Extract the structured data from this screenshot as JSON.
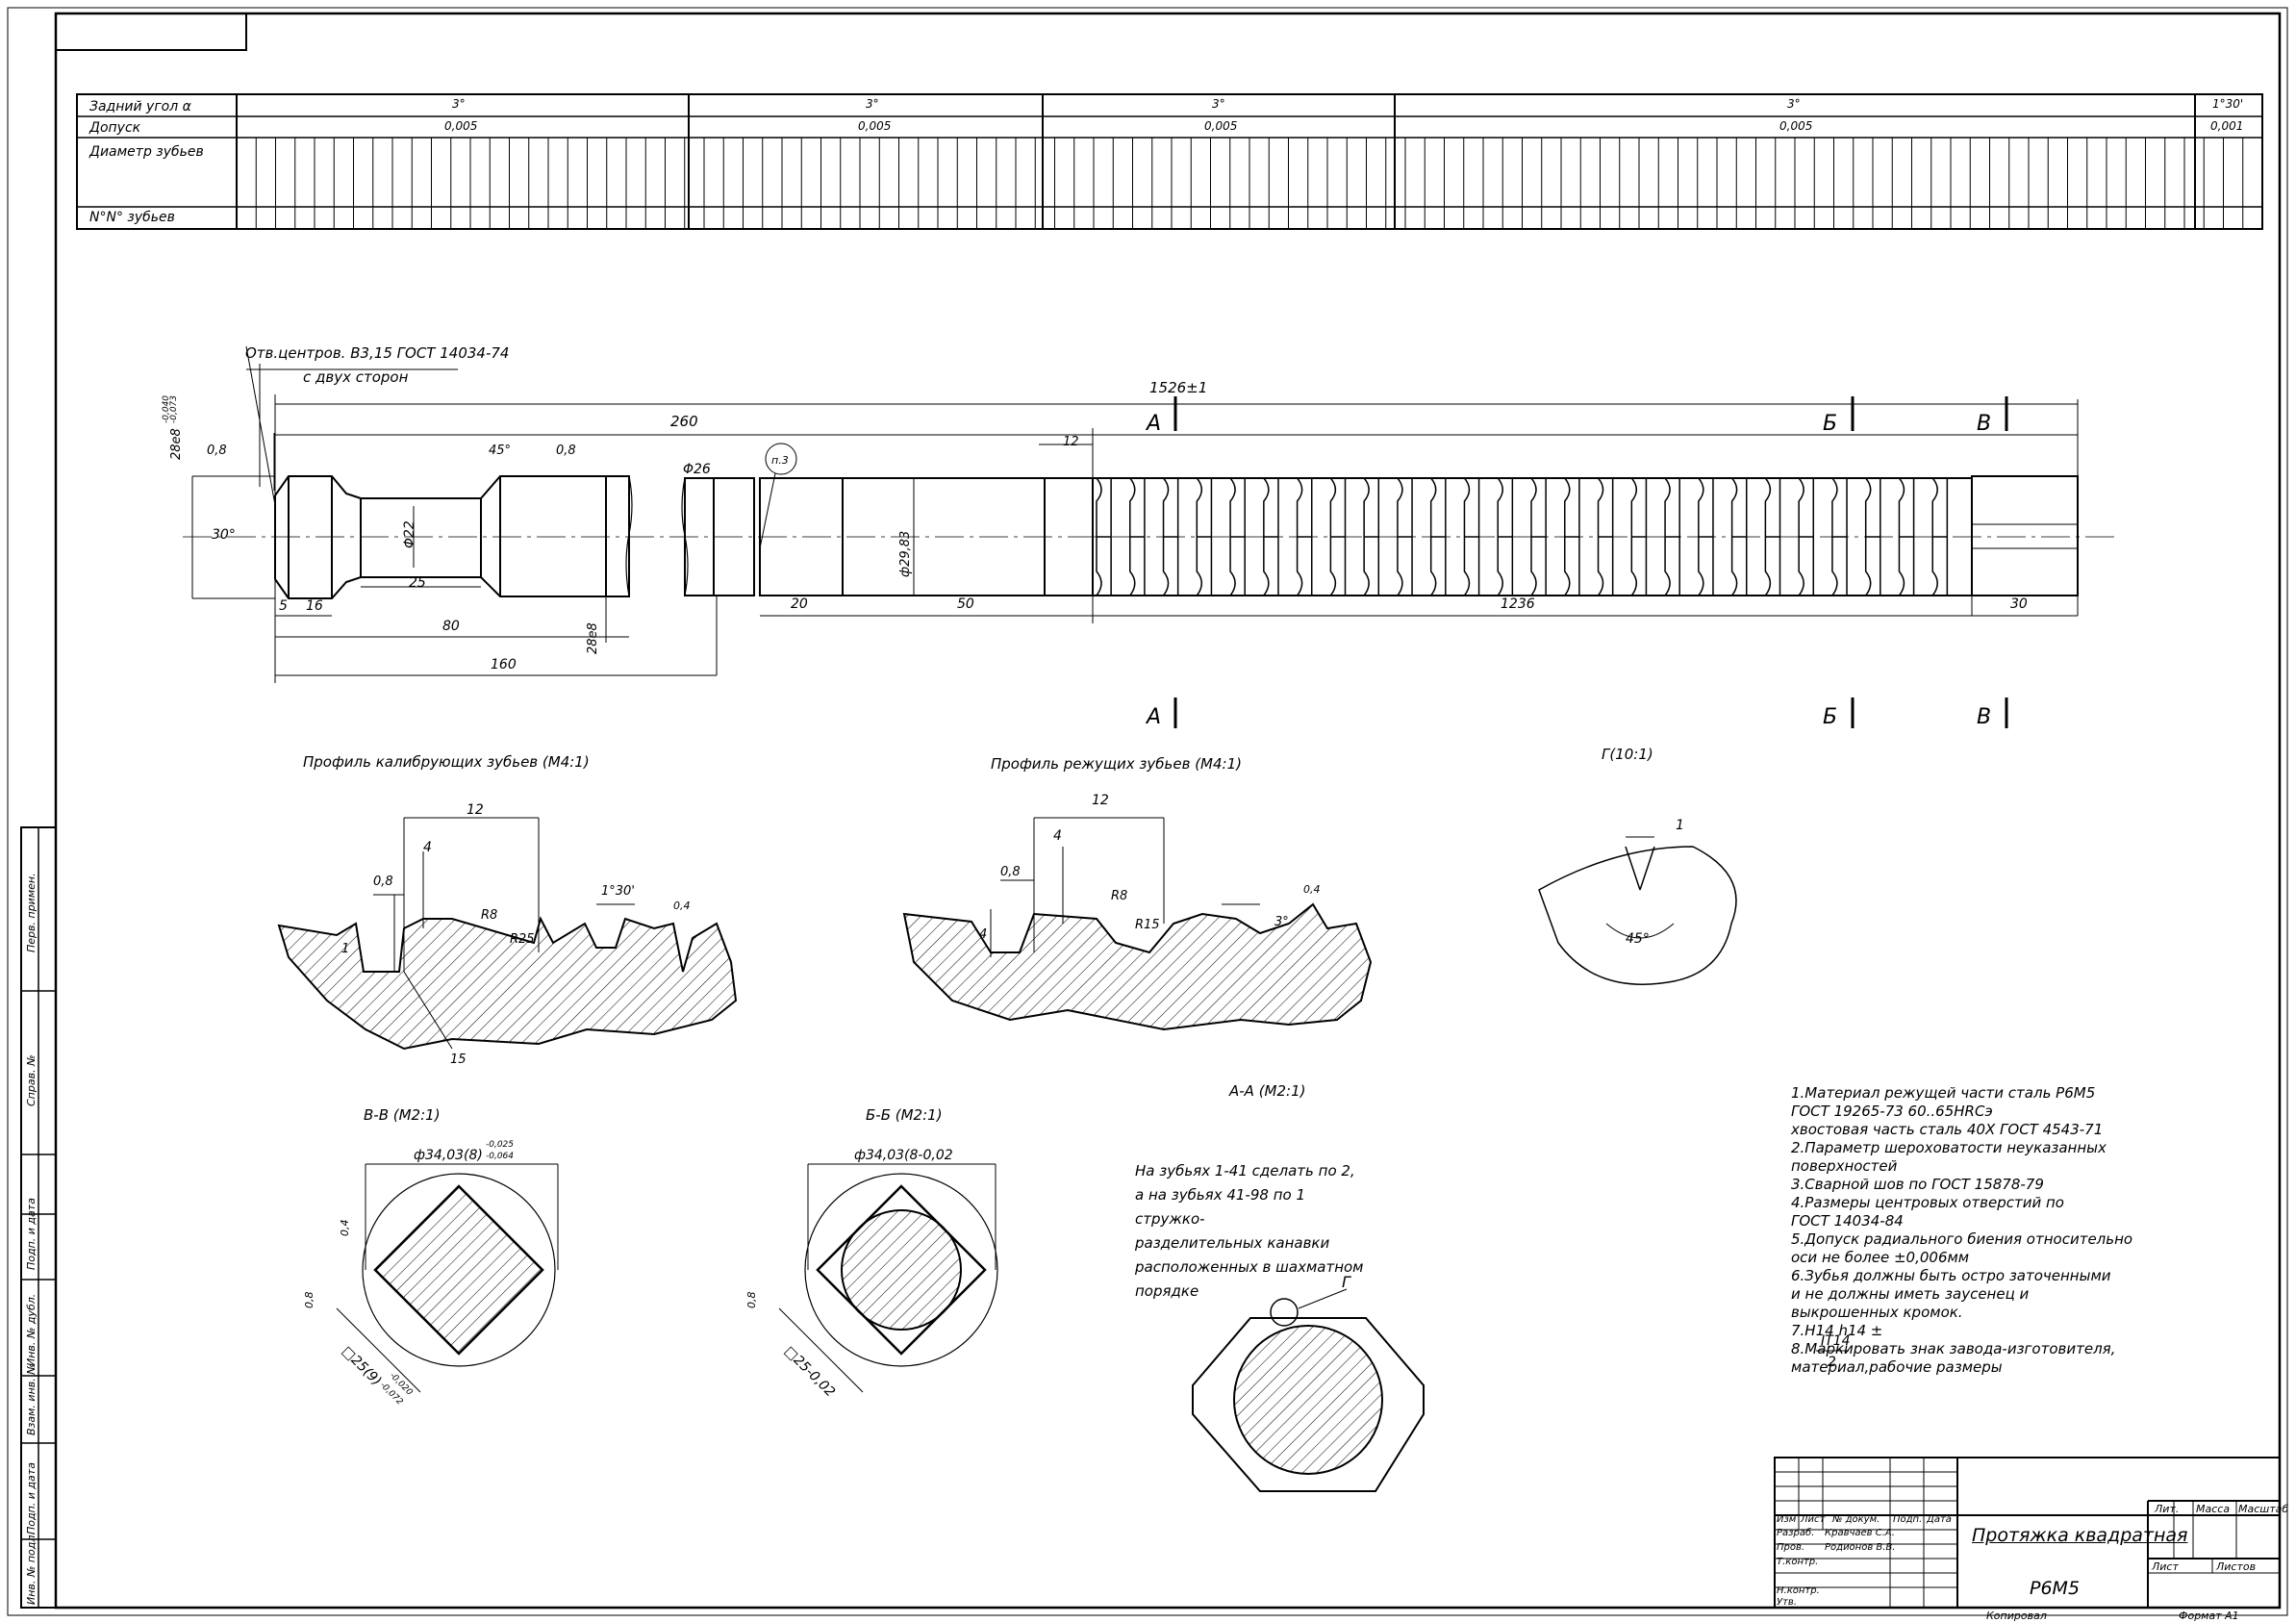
{
  "table": {
    "row_labels": [
      "Задний угол α",
      "Допуск",
      "Диаметр зубьев",
      "N°N° зубьев"
    ],
    "groups": [
      {
        "angle": "3°",
        "tolerance": "0,005"
      },
      {
        "angle": "3°",
        "tolerance": "0,005"
      },
      {
        "angle": "3°",
        "tolerance": "0,005"
      },
      {
        "angle": "3°",
        "tolerance": "0,005"
      },
      {
        "angle": "1°30'",
        "tolerance": "0,001"
      }
    ]
  },
  "drawing": {
    "center_hole_note": "Отв.центров. В3,15 ГОСТ 14034-74",
    "center_hole_note2": "с двух сторон",
    "total_length": "1526±1",
    "dims": {
      "d260": "260",
      "d12": "12",
      "d45": "45°",
      "d08a": "0,8",
      "d08b": "0,8",
      "phi26": "Φ26",
      "phi22": "Φ22",
      "n3": "п.3",
      "d30deg": "30°",
      "d5": "5",
      "d16": "16",
      "d25": "25",
      "d80": "80",
      "d160": "160",
      "d20": "20",
      "d50": "50",
      "d1236": "1236",
      "d30": "30",
      "left_dia": "28e8",
      "mid_dia": "28e8",
      "right_dia": "ф29,83",
      "tol_a": "-0,040",
      "tol_b": "-0,073"
    },
    "sections": {
      "a": "А",
      "b": "Б",
      "v": "В"
    }
  },
  "profiles": {
    "calibrating_title": "Профиль калибрующих зубьев (М4:1)",
    "cutting_title": "Профиль режущих зубьев (М4:1)",
    "detail_title": "Г(10:1)",
    "cal": {
      "d12": "12",
      "d4": "4",
      "d08": "0,8",
      "r8": "R8",
      "r25": "R25",
      "a130": "1°30'",
      "s04": "0,4",
      "a15": "15",
      "d1": "1"
    },
    "cut": {
      "d12": "12",
      "d4": "4",
      "d08": "0,8",
      "r8": "R8",
      "r15": "R15",
      "a3": "3°",
      "s04": "0,4",
      "d4b": "4"
    },
    "det": {
      "d1": "1",
      "a45": "45°"
    }
  },
  "sections_views": {
    "vv_title": "В-В    (М2:1)",
    "vv_dim": "ф34,03(8)",
    "vv_tol_a": "-0,025",
    "vv_tol_b": "-0,064",
    "vv_sq": "□25(9)",
    "vv_sq_tol_a": "-0,020",
    "vv_sq_tol_b": "-0,072",
    "bb_title": "Б-Б    (М2:1)",
    "bb_dim": "ф34,03(8-0,02",
    "bb_sq": "□25-0,02",
    "aa_title": "А-А    (М2:1)",
    "g_label": "Г",
    "s04": "0,4",
    "s08": "0,8"
  },
  "teeth_note": "На зубьях 1-41 сделать по 2,\nа на зубьях 41-98 по 1 стружко-\nразделительных канавки\nрасположенных в шахматном\nпорядке",
  "tech_notes": [
    "1.Материал режущей части сталь Р6М5",
    "  ГОСТ 19265-73 60..65HRCэ",
    " хвостовая часть сталь 40Х ГОСТ 4543-71",
    "  2.Параметр шероховатости неуказанных",
    "  поверхностей",
    "3.Сварной шов по ГОСТ 15878-79",
    "4.Размеры центровых отверстий по",
    "  ГОСТ 14034-84",
    "5.Допуск радиального биения относительно",
    "  оси не более ±0,006мм",
    "6.Зубья должны быть остро заточенными",
    "  и не должны иметь заусенец и",
    "  выкрошенных кромок.",
    "7.H14 h14 ±",
    "8.Маркировать знак завода-изготовителя,",
    "  материал,рабочие размеры"
  ],
  "tolerance_frac": {
    "num": "IT14",
    "den": "2"
  },
  "title_block": {
    "headers": [
      "Изм",
      "Лист",
      "№ докум.",
      "Подп.",
      "Дата"
    ],
    "roles": [
      "Разраб.",
      "Пров.",
      "Т.контр.",
      "",
      "Н.контр.",
      "Утв."
    ],
    "names": [
      "Кравчаев С.А.",
      "Родионов В.В."
    ],
    "title": "Протяжка квадратная",
    "material": "Р6М5",
    "lit": "Лит.",
    "mass": "Масса",
    "scale": "Масштаб",
    "sheet": "Лист",
    "sheets": "Листов",
    "copied": "Копировал",
    "format": "Формат   А1"
  },
  "side_stamps": [
    "Перв. примен.",
    "Справ. №",
    "Подп. и дата",
    "Инв. № дубл.",
    "Взам. инв. №",
    "Подп. и дата",
    "Инв. № подл."
  ]
}
